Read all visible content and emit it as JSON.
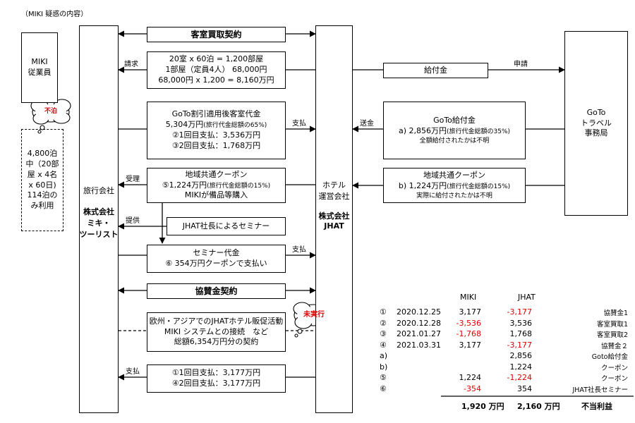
{
  "header": "（MIKI 疑惑の内容）",
  "entities": {
    "employee": [
      "MIKI",
      "従業員"
    ],
    "travel_agency": {
      "label": "旅行会社",
      "name": [
        "株式会社",
        "ミキ・",
        "ツーリスト"
      ]
    },
    "hotel": {
      "label": [
        "ホテル",
        "運営会社"
      ],
      "name": [
        "株式会社",
        "JHAT"
      ]
    },
    "goto_office": [
      "GoTo",
      "トラベル",
      "事務局"
    ]
  },
  "bubbles": {
    "fuhaku": "不泊",
    "mijikkou": "未実行"
  },
  "usage_note": [
    "4,800泊",
    "中（20部",
    "屋 x 4名",
    "x 60日)",
    "114泊の",
    "み利用"
  ],
  "contract_room": "客室買取契約",
  "calc": [
    "20室 x 60泊 = 1,200部屋",
    "1部屋（定員4人） 68,000円",
    "68,000円 x 1,200 = 8,160万円"
  ],
  "goto_discount": [
    "GoTo割引適用後客室代金",
    "5,304万円",
    "(旅行代金総額の65%)",
    "②1回目支払：3,536万円",
    "③2回目支払：1,768万円"
  ],
  "coupon_box": [
    "地域共通クーポン",
    "⑤1,224万円",
    "(旅行代金総額の15%)",
    "MIKIが備品等購入"
  ],
  "seminar_jhat": "JHAT社長によるセミナー",
  "seminar_fee": [
    "セミナー代金",
    "⑥ 354万円クーポンで支払い"
  ],
  "contract_sponsor": "協賛金契約",
  "promo": [
    "欧州・アジアでのJHATホテル販促活動",
    "MIKI システムとの接続　など",
    "総額6,354万円分の契約"
  ],
  "sponsor_pay": [
    "①1回目支払：3,177万円",
    "④2回目支払：3,177万円"
  ],
  "kyufukin": "給付金",
  "goto_kyufu": [
    "GoTo給付金",
    "a) 2,856万円",
    "(旅行代金総額の35%)",
    "全額給付されたかは不明"
  ],
  "coupon_right": [
    "地域共通クーポン",
    "b) 1,224万円",
    "(旅行代金総額の15%)",
    "実際に給付されたかは不明"
  ],
  "labels": {
    "seikyu": "請求",
    "shiharai": "支払",
    "juri": "受理",
    "teikyo": "提供",
    "sokin": "送金",
    "shinsei": "申請"
  },
  "table": {
    "header_miki": "MIKI",
    "header_jhat": "JHAT",
    "rows": [
      {
        "num": "①",
        "date": "2020.12.25",
        "miki": "3,177",
        "jhat": "-3,177",
        "note": "協賛金1",
        "miki_red": false,
        "jhat_red": true
      },
      {
        "num": "②",
        "date": "2020.12.28",
        "miki": "-3,536",
        "jhat": "3,536",
        "note": "客室買取1",
        "miki_red": true,
        "jhat_red": false
      },
      {
        "num": "③",
        "date": "2021.01.27",
        "miki": "-1,768",
        "jhat": "1,768",
        "note": "客室買取2",
        "miki_red": true,
        "jhat_red": false
      },
      {
        "num": "④",
        "date": "2021.03.31",
        "miki": "3,177",
        "jhat": "-3,177",
        "note": "協賛金２",
        "miki_red": false,
        "jhat_red": true
      },
      {
        "num": "a)",
        "date": "",
        "miki": "",
        "jhat": "2,856",
        "note": "Goto給付金",
        "miki_red": false,
        "jhat_red": false
      },
      {
        "num": "b)",
        "date": "",
        "miki": "",
        "jhat": "1,224",
        "note": "クーポン",
        "miki_red": false,
        "jhat_red": false
      },
      {
        "num": "⑤",
        "date": "",
        "miki": "1,224",
        "jhat": "-1,224",
        "note": "クーポン",
        "miki_red": false,
        "jhat_red": true
      },
      {
        "num": "⑥",
        "date": "",
        "miki": "-354",
        "jhat": "354",
        "note": "JHAT社長セミナー",
        "miki_red": true,
        "jhat_red": false
      }
    ],
    "total_miki": "1,920 万円",
    "total_jhat": "2,160 万円",
    "total_note": "不当利益"
  }
}
